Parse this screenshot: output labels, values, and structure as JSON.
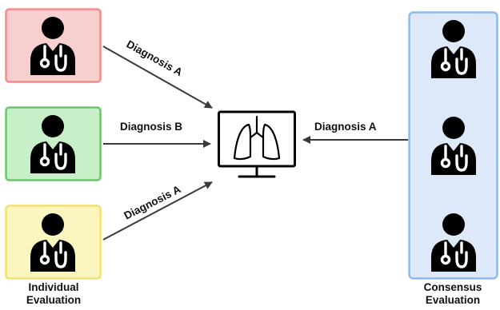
{
  "colors": {
    "red_fill": "#f8cfcf",
    "red_border": "#f08c8c",
    "green_fill": "#c8f0c8",
    "green_border": "#6cc46c",
    "yellow_fill": "#fbf6bf",
    "yellow_border": "#f2e16b",
    "blue_fill": "#dde9f8",
    "blue_border": "#8fb9e8",
    "arrow": "#3a3a3a",
    "icon": "#000000"
  },
  "arrows": {
    "top_label": "Diagnosis A",
    "middle_label": "Diagnosis B",
    "bottom_label": "Diagnosis A",
    "right_label": "Diagnosis A"
  },
  "labels": {
    "individual_line1": "Individual",
    "individual_line2": "Evaluation",
    "consensus_line1": "Consensus",
    "consensus_line2": "Evaluation"
  },
  "icons": {
    "doctor": "doctor-icon",
    "monitor": "monitor-lungs-icon"
  }
}
